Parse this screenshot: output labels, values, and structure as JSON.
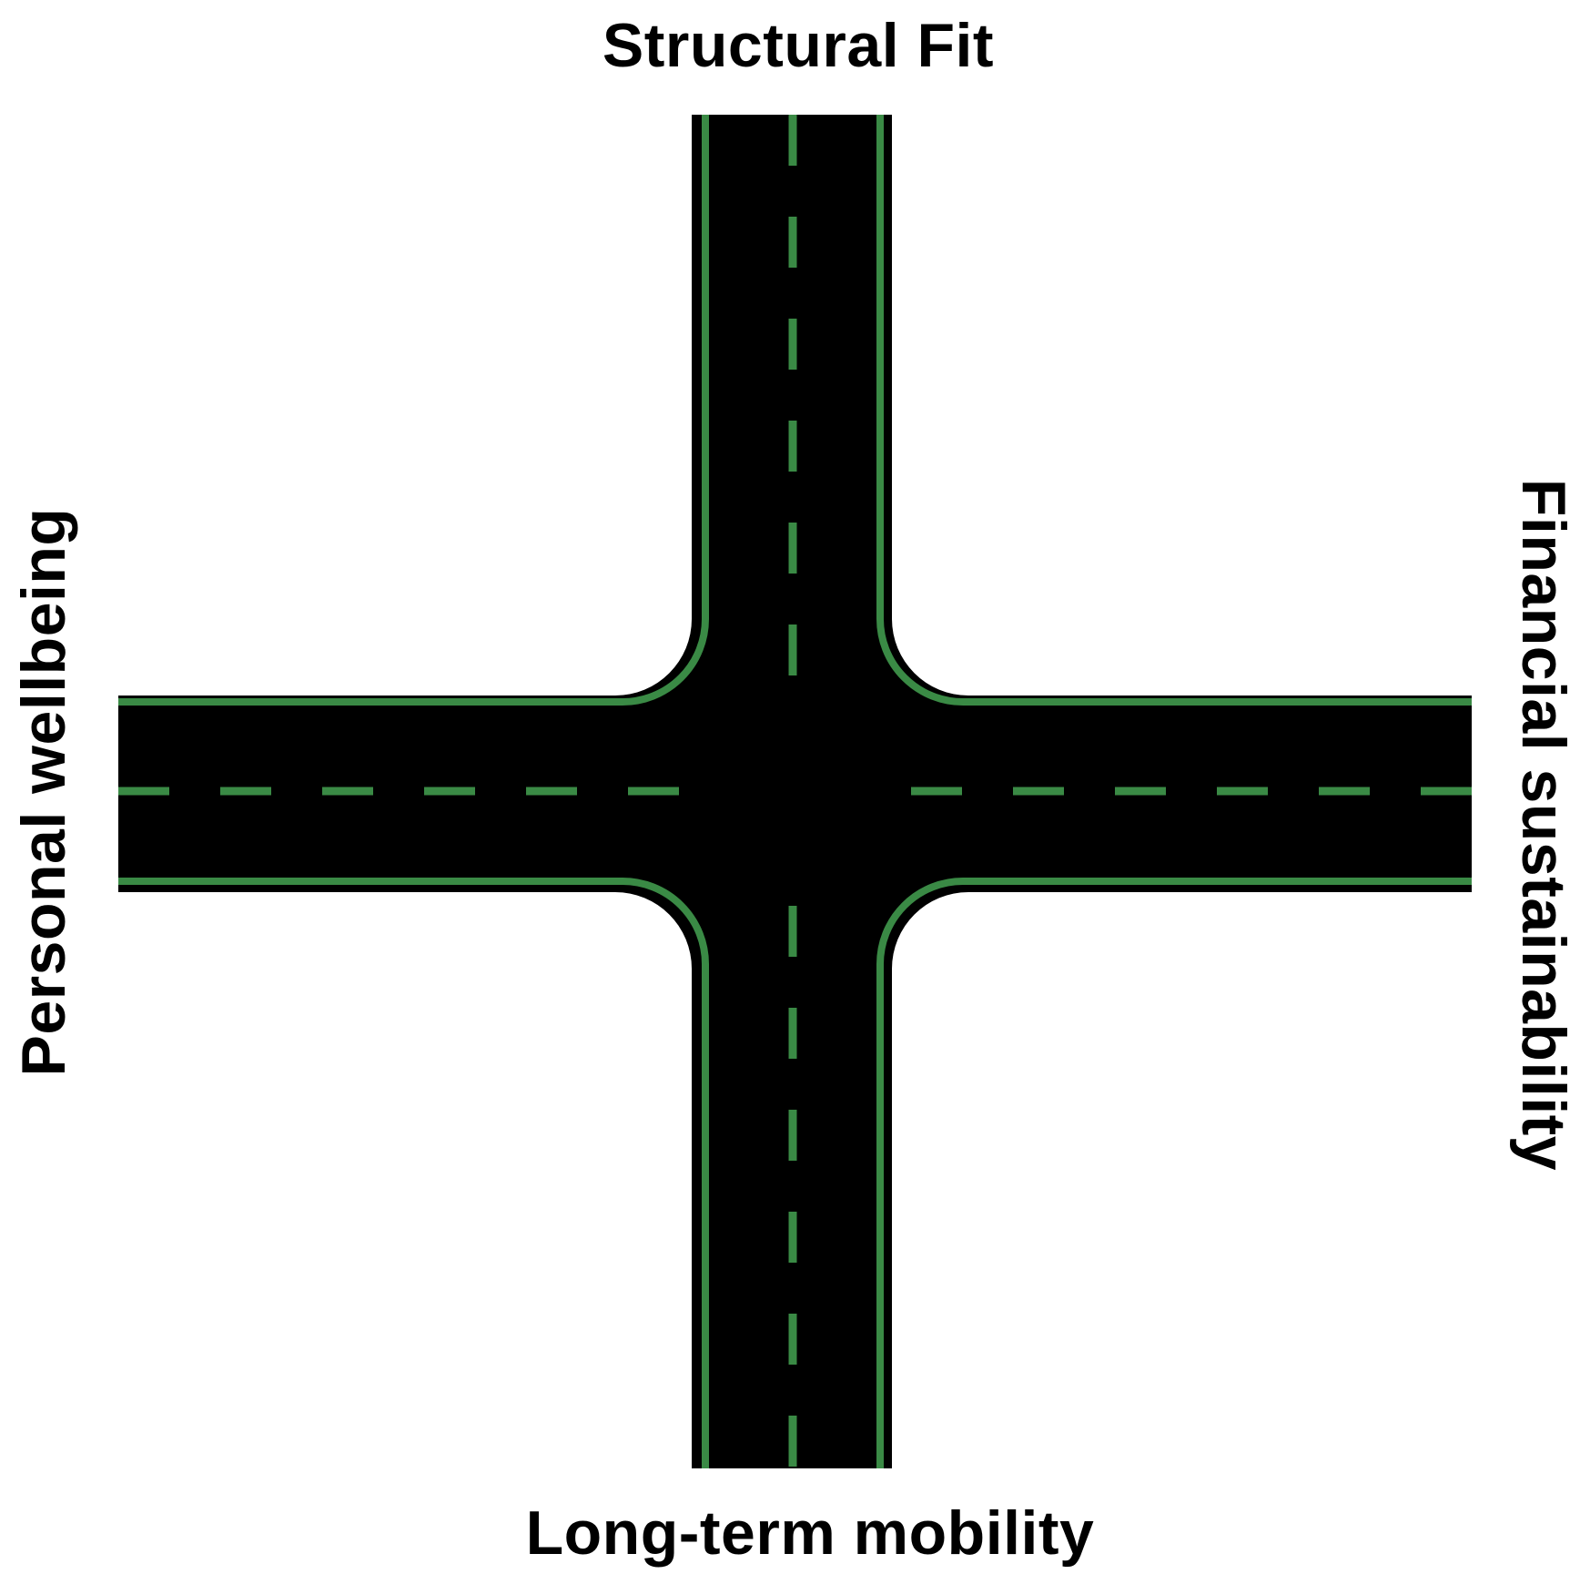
{
  "labels": {
    "top": "Structural Fit",
    "bottom": "Long-term mobility",
    "left": "Personal wellbeing",
    "right": "Financial sustainability"
  },
  "colors": {
    "road": "#000000",
    "marking": "#3a8a45",
    "background": "#ffffff",
    "text": "#000000"
  }
}
